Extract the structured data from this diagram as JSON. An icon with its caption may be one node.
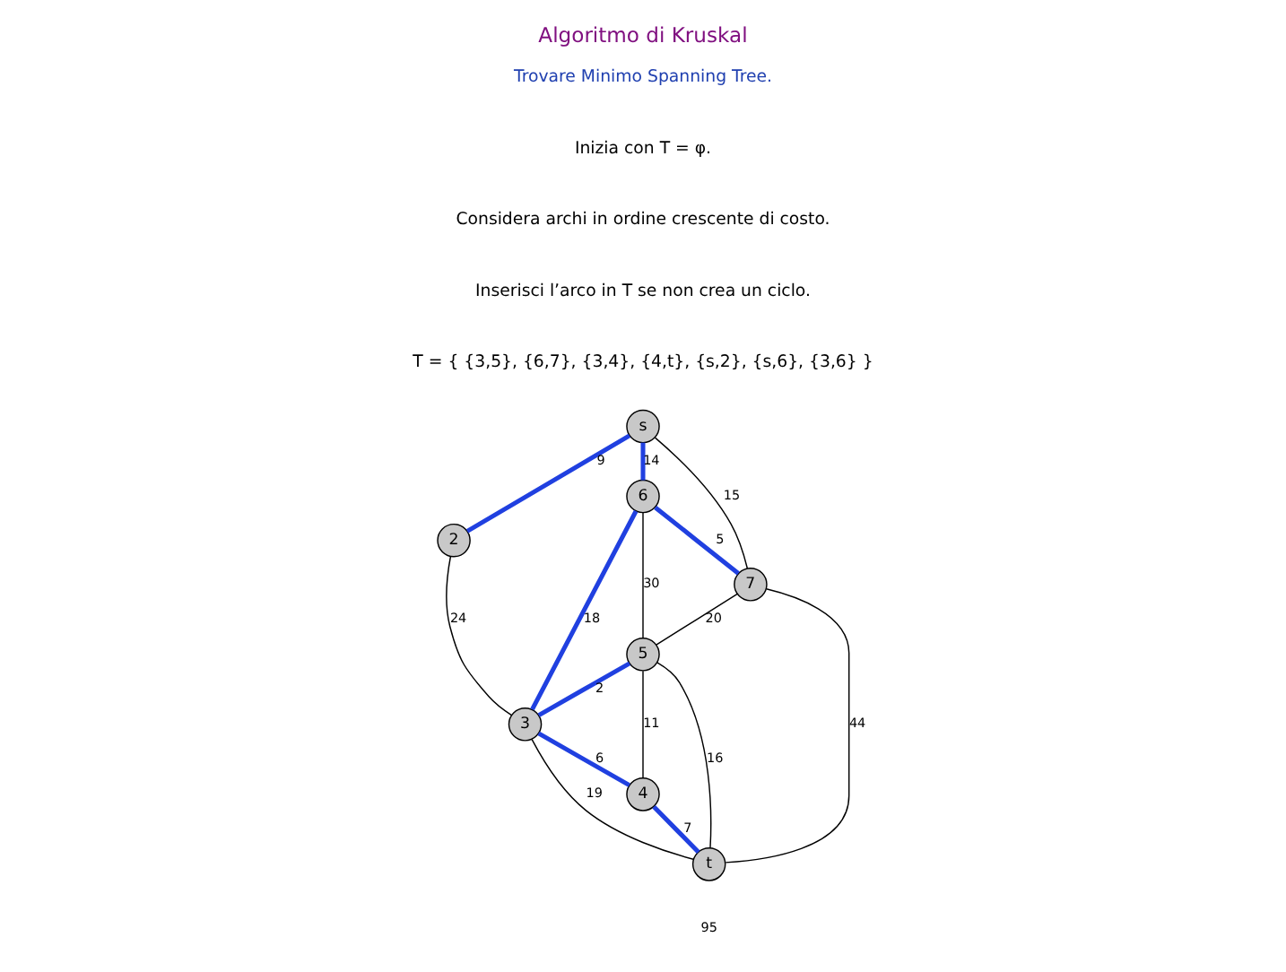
{
  "diagram": {
    "title": "Algoritmo di Kruskal",
    "nodes": [
      {
        "text": [
          "2"
        ]
      },
      {
        "text": [
          "3"
        ]
      },
      {
        "text": [
          "s"
        ]
      },
      {
        "text": [
          "6"
        ]
      },
      {
        "text": [
          "4"
        ]
      },
      {
        "text": [
          "5"
        ]
      },
      {
        "text": [
          "t"
        ]
      },
      {
        "text": [
          "7"
        ]
      }
    ],
    "edges": [
      {
        "from": 2,
        "to": 0,
        "arrow": "none",
        "label": "9",
        "style": "thick",
        "color": "#2040e0"
      },
      {
        "from": 0,
        "to": 1,
        "arrow": "none",
        "label": "24"
      },
      {
        "from": 2,
        "to": 3,
        "arrow": "none",
        "label": "14",
        "style": "thick",
        "color": "#2040e0"
      },
      {
        "from": 3,
        "to": 1,
        "arrow": "none",
        "label": "18",
        "style": "thick",
        "color": "#2040e0"
      },
      {
        "from": 2,
        "to": 7,
        "arrow": "none",
        "label": "15"
      },
      {
        "from": 3,
        "to": 5,
        "arrow": "none",
        "label": "30"
      },
      {
        "from": 3,
        "to": 7,
        "arrow": "none",
        "label": "5",
        "style": "thick",
        "color": "#2040e0"
      },
      {
        "from": 5,
        "to": 1,
        "arrow": "none",
        "label": "2",
        "style": "thick",
        "color": "#2040e0"
      },
      {
        "from": 1,
        "to": 4,
        "arrow": "none",
        "label": "6",
        "style": "thick",
        "color": "#2040e0"
      },
      {
        "from": 1,
        "to": 6,
        "arrow": "none",
        "label": "19"
      },
      {
        "from": 5,
        "to": 4,
        "arrow": "none",
        "label": "11"
      },
      {
        "from": 4,
        "to": 6,
        "arrow": "none",
        "label": "7",
        "style": "thick",
        "color": "#2040e0"
      },
      {
        "from": 5,
        "to": 6,
        "arrow": "none",
        "label": "16"
      },
      {
        "from": 7,
        "to": 5,
        "arrow": "none",
        "label": "20"
      },
      {
        "from": 7,
        "to": 6,
        "arrow": "none",
        "label": "44"
      }
    ],
    "labels": [
      "Trovare Minimo Spanning Tree.",
      "Inizia con T = φ.",
      "Considera archi in ordine crescente di costo.",
      "Inserisci l’arco in T se non crea un ciclo.",
      "T = { {3,5}, {6,7}, {3,4}, {4,t}, {s,2}, {s,6}, {3,6} }",
      "95"
    ]
  }
}
